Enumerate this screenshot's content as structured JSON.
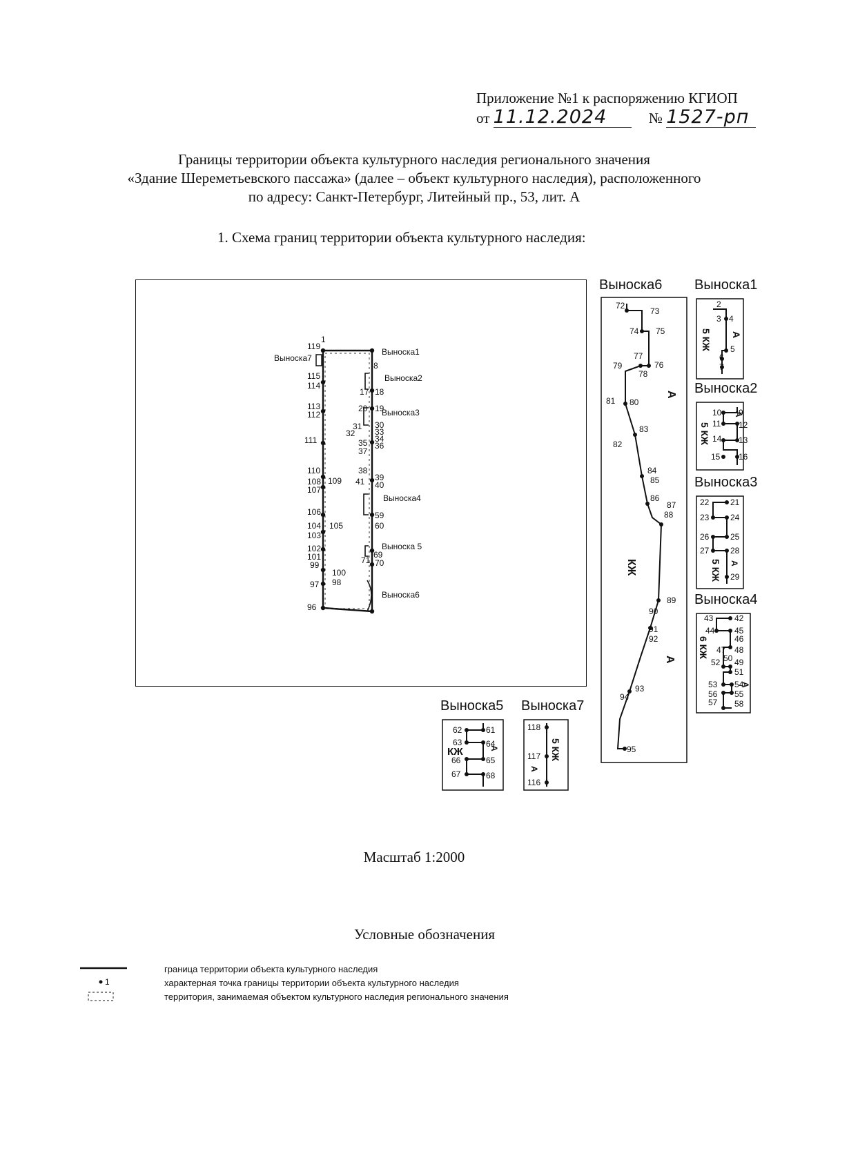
{
  "header": {
    "appendix": "Приложение №1 к распоряжению КГИОП",
    "date_prefix": "от",
    "date": "11.12.2024",
    "number_prefix": "№",
    "number": "1527-рп"
  },
  "title": {
    "line1": "Границы территории объекта культурного наследия регионального значения",
    "line2": "«Здание Шереметьевского пассажа» (далее – объект культурного наследия), расположенного",
    "line3": "по адресу: Санкт-Петербург, Литейный пр., 53, лит. А"
  },
  "section1": "1. Схема границ территории объекта культурного наследия:",
  "map": {
    "callout_labels": [
      "Выноска1",
      "Выноска2",
      "Выноска3",
      "Выноска4",
      "Выноска 5",
      "Выноска6",
      "Выноска7"
    ],
    "points_left": [
      "119",
      "115",
      "114",
      "113",
      "112",
      "111",
      "110",
      "108",
      "107",
      "106",
      "104",
      "103",
      "102",
      "101",
      "99",
      "97",
      "96"
    ],
    "points_inner": [
      "1",
      "8",
      "17",
      "18",
      "20",
      "19",
      "31",
      "30",
      "32",
      "33",
      "34",
      "35",
      "36",
      "37",
      "38",
      "39",
      "41",
      "40",
      "109",
      "59",
      "60",
      "105",
      "69",
      "71",
      "70",
      "100",
      "98"
    ]
  },
  "callouts": {
    "c6": {
      "title": "Выноска6",
      "points": [
        "72",
        "73",
        "74",
        "75",
        "77",
        "76",
        "79",
        "78",
        "81",
        "80",
        "83",
        "82",
        "84",
        "85",
        "86",
        "87",
        "88",
        "89",
        "90",
        "91",
        "92",
        "93",
        "94",
        "95"
      ],
      "marks": [
        "А",
        "А",
        "КЖ"
      ]
    },
    "c1": {
      "title": "Выноска1",
      "points": [
        "2",
        "3",
        "4",
        "5",
        "6",
        "7"
      ],
      "marks": [
        "5 КЖ",
        "А"
      ]
    },
    "c2": {
      "title": "Выноска2",
      "points": [
        "10",
        "9",
        "11",
        "12",
        "14",
        "13",
        "15",
        "16"
      ],
      "marks": [
        "5 КЖ",
        "А"
      ]
    },
    "c3": {
      "title": "Выноска3",
      "points": [
        "22",
        "21",
        "23",
        "24",
        "26",
        "25",
        "27",
        "28",
        "29"
      ],
      "marks": [
        "5 КЖ",
        "А"
      ]
    },
    "c4": {
      "title": "Выноска4",
      "points": [
        "43",
        "42",
        "44",
        "45",
        "46",
        "47",
        "48",
        "50",
        "52",
        "49",
        "51",
        "53",
        "54",
        "56",
        "55",
        "57",
        "58"
      ],
      "marks": [
        "6 КЖ",
        "А"
      ]
    },
    "c5": {
      "title": "Выноска5",
      "points": [
        "62",
        "61",
        "63",
        "64",
        "66",
        "65",
        "67",
        "68"
      ],
      "marks": [
        "КЖ",
        "А"
      ]
    },
    "c7": {
      "title": "Выноска7",
      "points": [
        "118",
        "117",
        "116"
      ],
      "marks": [
        "5 КЖ",
        "А"
      ]
    }
  },
  "scale": "Масштаб 1:2000",
  "legend": {
    "title": "Условные обозначения",
    "point_sample": "1",
    "items": [
      "граница территории объекта культурного наследия",
      "характерная точка границы территории объекта культурного наследия",
      "территория, занимаемая объектом культурного наследия регионального значения"
    ]
  }
}
